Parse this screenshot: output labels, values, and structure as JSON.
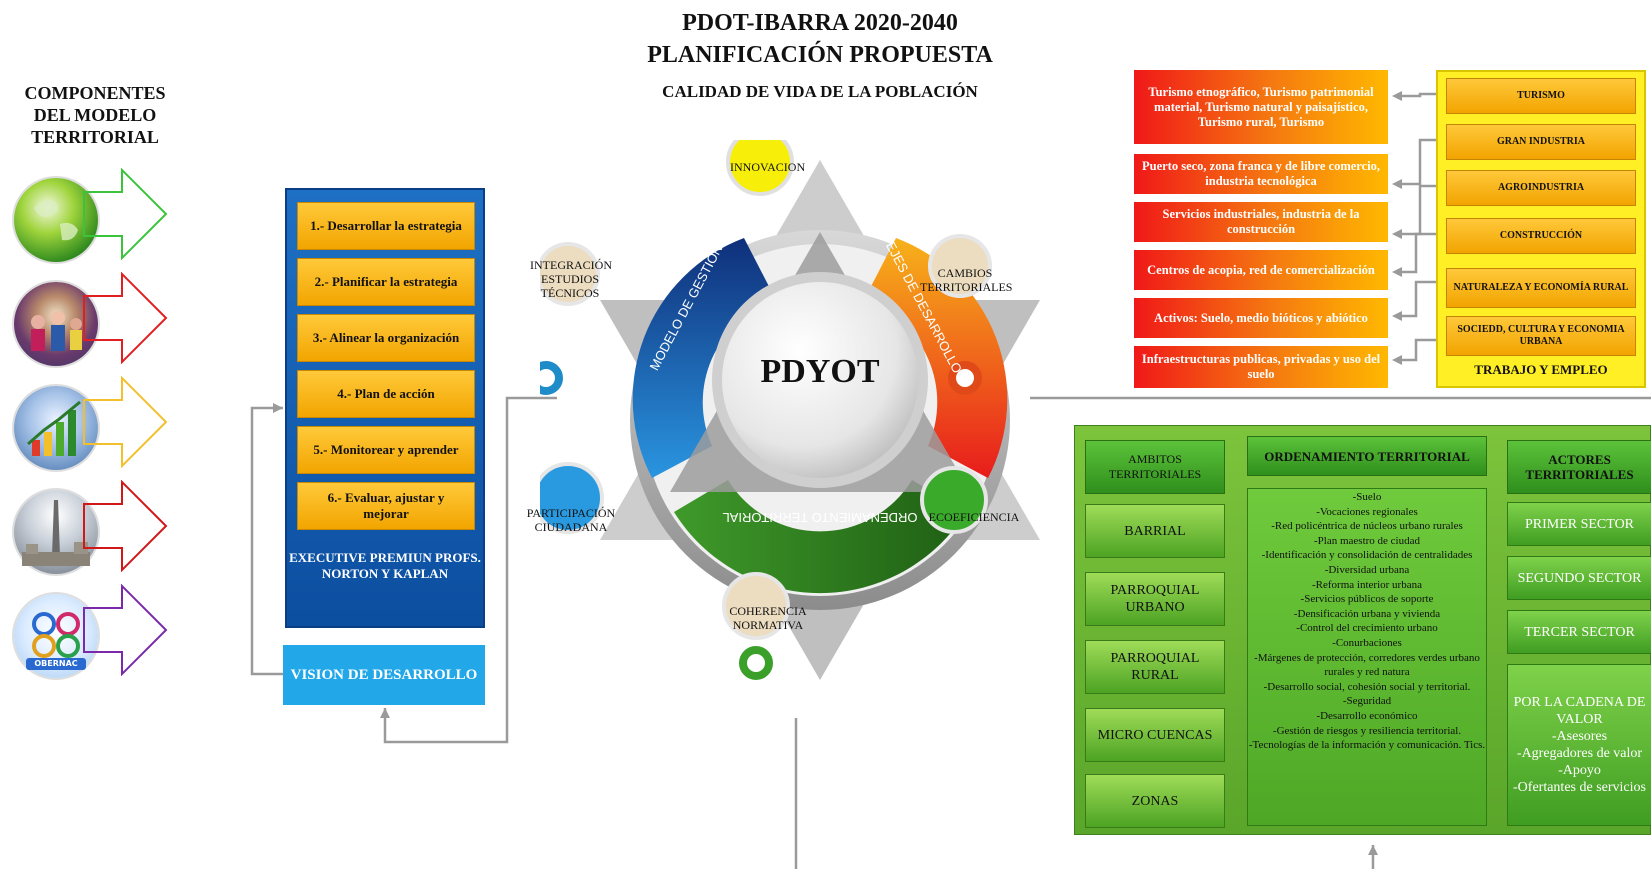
{
  "header": {
    "line1": "PDOT-IBARRA 2020-2040",
    "line2": "PLANIFICACIÓN PROPUESTA",
    "line3": "CALIDAD DE VIDA DE LA POBLACIÓN"
  },
  "components": {
    "title_lines": [
      "COMPONENTES",
      "DEL MODELO",
      "TERRITORIAL"
    ],
    "items": [
      {
        "icon": "globe-icon",
        "arrow_color": "#3cc33c"
      },
      {
        "icon": "people-icon",
        "arrow_color": "#e02020"
      },
      {
        "icon": "growth-chart-icon",
        "arrow_color": "#f2c02c"
      },
      {
        "icon": "city-monument-icon",
        "arrow_color": "#d01818"
      },
      {
        "icon": "governance-icon",
        "arrow_color": "#7a2aa8"
      }
    ],
    "governance_text": "OBERNAC"
  },
  "strategy": {
    "steps": [
      "1.- Desarrollar la estrategia",
      "2.- Planificar la estrategia",
      "3.- Alinear la organización",
      "4.- Plan de acción",
      "5.- Monitorear y aprender",
      "6.- Evaluar, ajustar y mejorar"
    ],
    "executive": "EXECUTIVE PREMIUN PROFS. NORTON Y KAPLAN",
    "vision": "VISION DE DESARROLLO"
  },
  "center": {
    "core": "PDYOT",
    "arc_left": "MODELO DE GESTIÓN",
    "arc_right": "EJES DE DESARROLLO",
    "arc_bottom": "ORDENAMIENTO TERRITORIAL",
    "nodes": {
      "top": "INNOVACION",
      "upper_left": "INTEGRACIÓN ESTUDIOS TÉCNICOS",
      "upper_right": "CAMBIOS TERRITORIALES",
      "lower_left": "PARTICIPACIÓN CIUDADANA",
      "lower_right": "ECOEFICIENCIA",
      "bottom": "COHERENCIA NORMATIVA"
    },
    "colors": {
      "navy": "#1b3a8c",
      "blue": "#1e7ad0",
      "orange": "#f5a11a",
      "red": "#e81c1c",
      "green": "#2f7d1e",
      "yellow": "#f7ef0a"
    }
  },
  "sectors": {
    "red_items": [
      "Turismo etnográfico, Turismo patrimonial material, Turismo natural y paisajístico, Turismo rural, Turismo",
      "Puerto seco, zona franca y de libre comercio, industria tecnológica",
      "Servicios industriales, industria de la construcción",
      "Centros de acopia, red de comercialización",
      "Activos: Suelo, medio bióticos y abiótico",
      "Infraestructuras publicas, privadas y uso del suelo"
    ],
    "yellow_items": [
      "TURISMO",
      "GRAN INDUSTRIA",
      "AGROINDUSTRIA",
      "CONSTRUCCIÓN",
      "NATURALEZA Y ECONOMÍA RURAL",
      "SOCIEDD, CULTURA Y ECONOMIA URBANA"
    ],
    "yellow_footer": "TRABAJO Y EMPLEO"
  },
  "territory": {
    "ambitos_header": "AMBITOS TERRITORIALES",
    "ambitos": [
      "BARRIAL",
      "PARROQUIAL URBANO",
      "PARROQUIAL RURAL",
      "MICRO CUENCAS",
      "ZONAS"
    ],
    "ordenamiento_header": "ORDENAMIENTO TERRITORIAL",
    "ordenamiento_items": [
      "-Suelo",
      "-Vocaciones regionales",
      "-Red policéntrica de núcleos urbano rurales",
      "-Plan maestro de ciudad",
      "-Identificación y consolidación de centralidades",
      "-Diversidad urbana",
      "-Reforma interior urbana",
      "-Servicios públicos de soporte",
      "-Densificación urbana y vivienda",
      "-Control del crecimiento urbano",
      "-Conurbaciones",
      "-Márgenes de protección, corredores verdes urbano rurales y red natura",
      "-Desarrollo social, cohesión social y territorial.",
      "-Seguridad",
      "-Desarrollo económico",
      "-Gestión de riesgos y resiliencia territorial.",
      "-Tecnologías de la información y comunicación. Tics."
    ],
    "actores_header": "ACTORES TERRITORIALES",
    "actores": [
      "PRIMER SECTOR",
      "SEGUNDO SECTOR",
      "TERCER SECTOR"
    ],
    "cadena": [
      "POR LA CADENA DE VALOR",
      "-Asesores",
      "-Agregadores de valor",
      "-Apoyo",
      "-Ofertantes de servicios"
    ]
  }
}
